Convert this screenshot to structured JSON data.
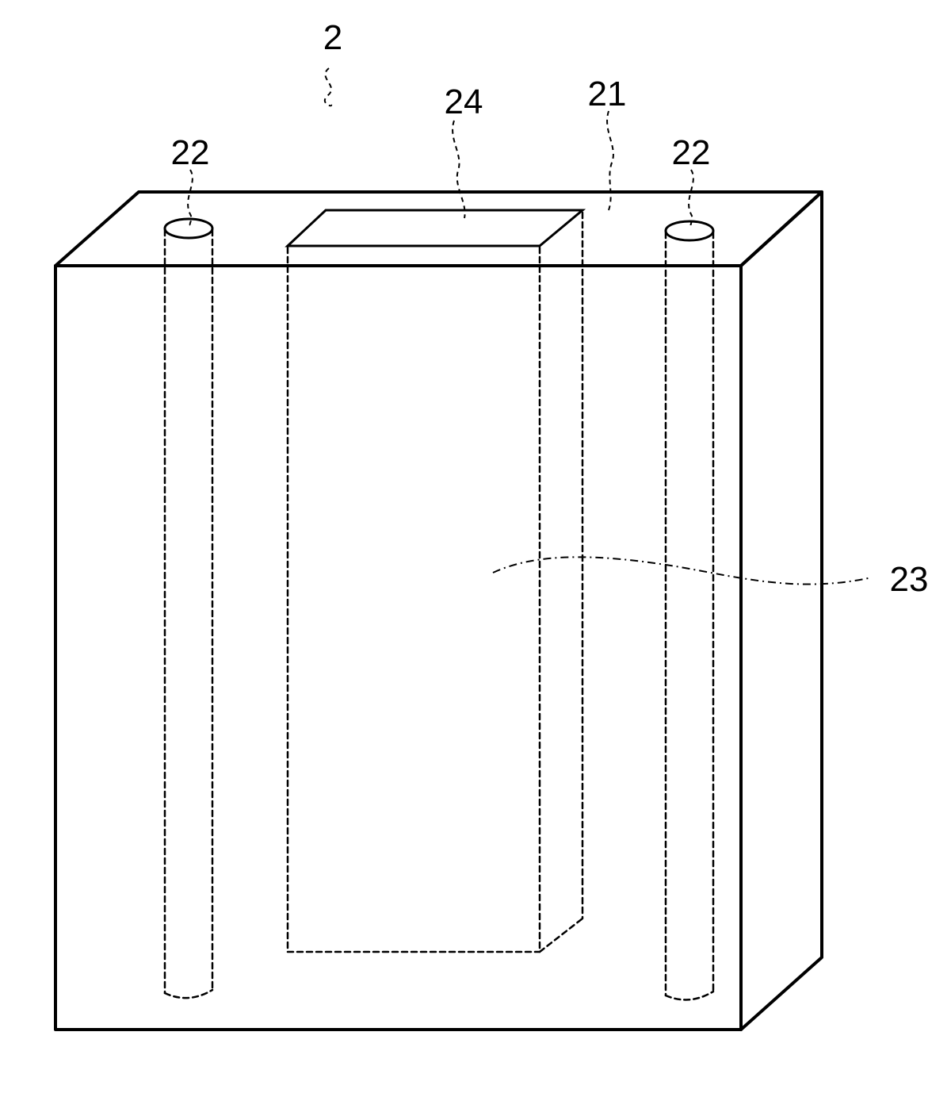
{
  "labels": {
    "assembly": "2",
    "body": "21",
    "pin_left": "22",
    "pin_right": "22",
    "cavity": "23",
    "opening": "24"
  },
  "colors": {
    "line": "#000000",
    "background": "#ffffff"
  }
}
